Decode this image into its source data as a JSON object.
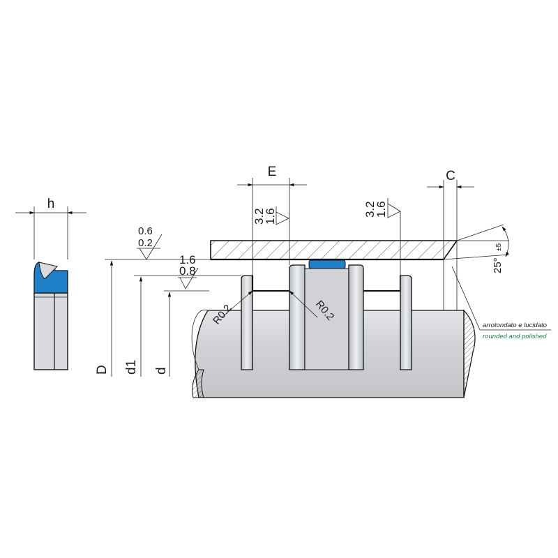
{
  "labels": {
    "h": "h",
    "E": "E",
    "C": "C",
    "D": "D",
    "d1": "d1",
    "d": "d"
  },
  "roughness": {
    "left_upper_top": "0.6",
    "left_upper_bottom": "0.2",
    "left_1_6": "1.6",
    "left_0_8": "0.8",
    "groove_a_top": "3.2",
    "groove_a_bottom": "1.6",
    "groove_b_top": "3.2",
    "groove_b_bottom": "1.6"
  },
  "radii": {
    "left": "R0.2",
    "right": "R0.2"
  },
  "angle": {
    "value": "25°",
    "tolerance": "±5"
  },
  "notes": {
    "italian": "arrotondato e lucidato",
    "english": "rounded and polished"
  },
  "colors": {
    "seal_blue": "#1f7fc8",
    "steel_gray": "#d4d6da",
    "steel_dark": "#a9acb2",
    "outline": "#111111",
    "note_green": "#2e7d4f"
  }
}
